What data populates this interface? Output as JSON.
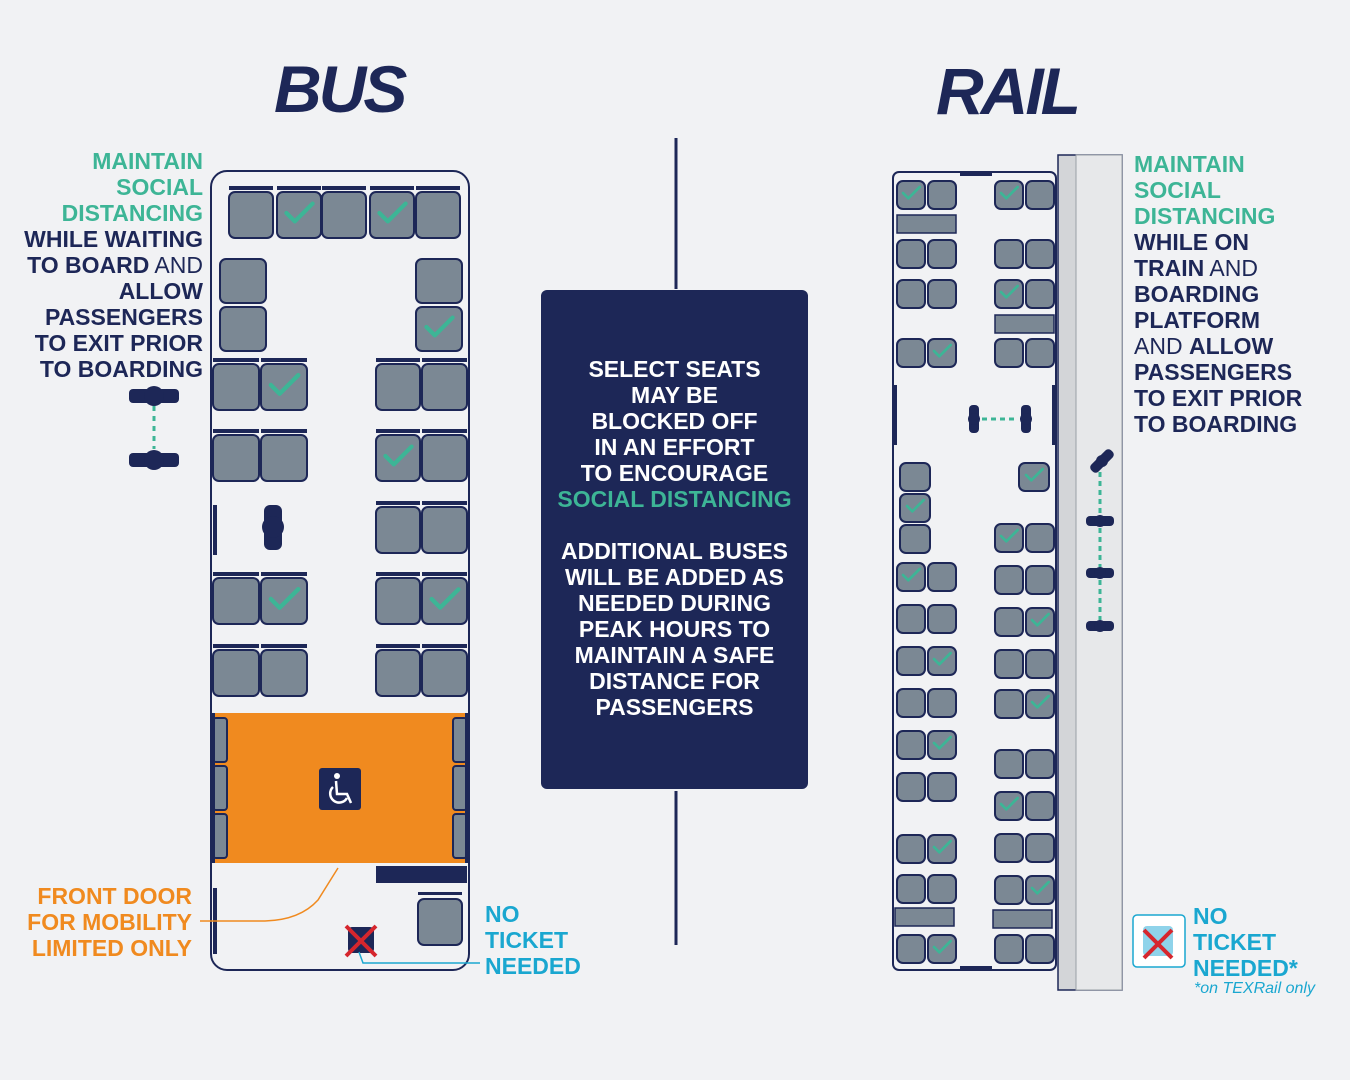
{
  "bus": {
    "title": "BUS",
    "message": {
      "green": [
        "MAINTAIN",
        "SOCIAL",
        "DISTANCING"
      ],
      "line1": "WHILE WAITING",
      "line2_bold": "TO BOARD",
      "line2_normal": " AND",
      "line3": "ALLOW",
      "line4": "PASSENGERS",
      "line5": "TO EXIT PRIOR",
      "line6": "TO BOARDING"
    },
    "front_door": [
      "FRONT DOOR",
      "FOR MOBILITY",
      "LIMITED ONLY"
    ],
    "no_ticket": [
      "NO",
      "TICKET",
      "NEEDED"
    ]
  },
  "rail": {
    "title": "RAIL",
    "message": {
      "green": [
        "MAINTAIN",
        "SOCIAL",
        "DISTANCING"
      ],
      "line1": "WHILE ON",
      "line2_bold": "TRAIN",
      "line2_normal": " AND",
      "line3": "BOARDING",
      "line4": "PLATFORM",
      "line5_normal": "AND ",
      "line5_bold": "ALLOW",
      "line6": "PASSENGERS",
      "line7": "TO EXIT PRIOR",
      "line8": "TO BOARDING"
    },
    "no_ticket": [
      "NO",
      "TICKET",
      "NEEDED*"
    ],
    "footnote": "*on TEXRail only"
  },
  "center": {
    "block1": [
      "SELECT SEATS",
      "MAY BE",
      "BLOCKED OFF",
      "IN AN EFFORT",
      "TO ENCOURAGE"
    ],
    "block1_green": "SOCIAL DISTANCING",
    "block2": [
      "ADDITIONAL BUSES",
      "WILL BE ADDED AS",
      "NEEDED DURING",
      "PEAK HOURS TO",
      "MAINTAIN A SAFE",
      "DISTANCE FOR",
      "PASSENGERS"
    ]
  },
  "colors": {
    "navy": "#1d2757",
    "green": "#3db596",
    "orange": "#f08a1f",
    "blue": "#1aa7d0",
    "seat": "#7b8894"
  },
  "icons": [
    "wheelchair-icon",
    "ticket-crossed-icon",
    "checkmark-icon",
    "person-distance-icon"
  ]
}
